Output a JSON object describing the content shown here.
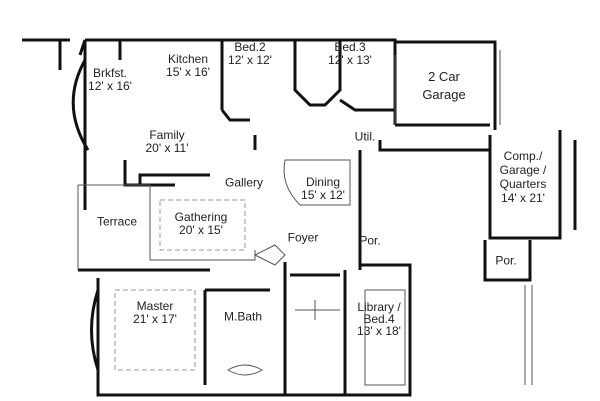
{
  "rooms": {
    "kitchen": {
      "name": "Kitchen",
      "size": "15' x 16'"
    },
    "brkfst": {
      "name": "Brkfst.",
      "size": "12' x 16'"
    },
    "bed2": {
      "name": "Bed.2",
      "size": "12' x 12'"
    },
    "bed3": {
      "name": "Bed.3",
      "size": "12' x 13'"
    },
    "garage": {
      "name1": "2 Car",
      "name2": "Garage"
    },
    "family": {
      "name": "Family",
      "size": "20' x 11'"
    },
    "util": {
      "name": "Util."
    },
    "comp": {
      "l1": "Comp./",
      "l2": "Garage /",
      "l3": "Quarters",
      "size": "14' x 21'"
    },
    "gallery": {
      "name": "Gallery"
    },
    "dining": {
      "name": "Dining",
      "size": "15' x 12'"
    },
    "gathering": {
      "name": "Gathering",
      "size": "20' x 15'"
    },
    "terrace": {
      "name": "Terrace"
    },
    "foyer": {
      "name": "Foyer"
    },
    "porch1": {
      "name": "Por."
    },
    "porch2": {
      "name": "Por."
    },
    "master": {
      "name": "Master",
      "size": "21' x 17'"
    },
    "mbath": {
      "name": "M.Bath"
    },
    "library": {
      "l1": "Library /",
      "l2": "Bed.4",
      "size": "13' x 18'"
    }
  }
}
